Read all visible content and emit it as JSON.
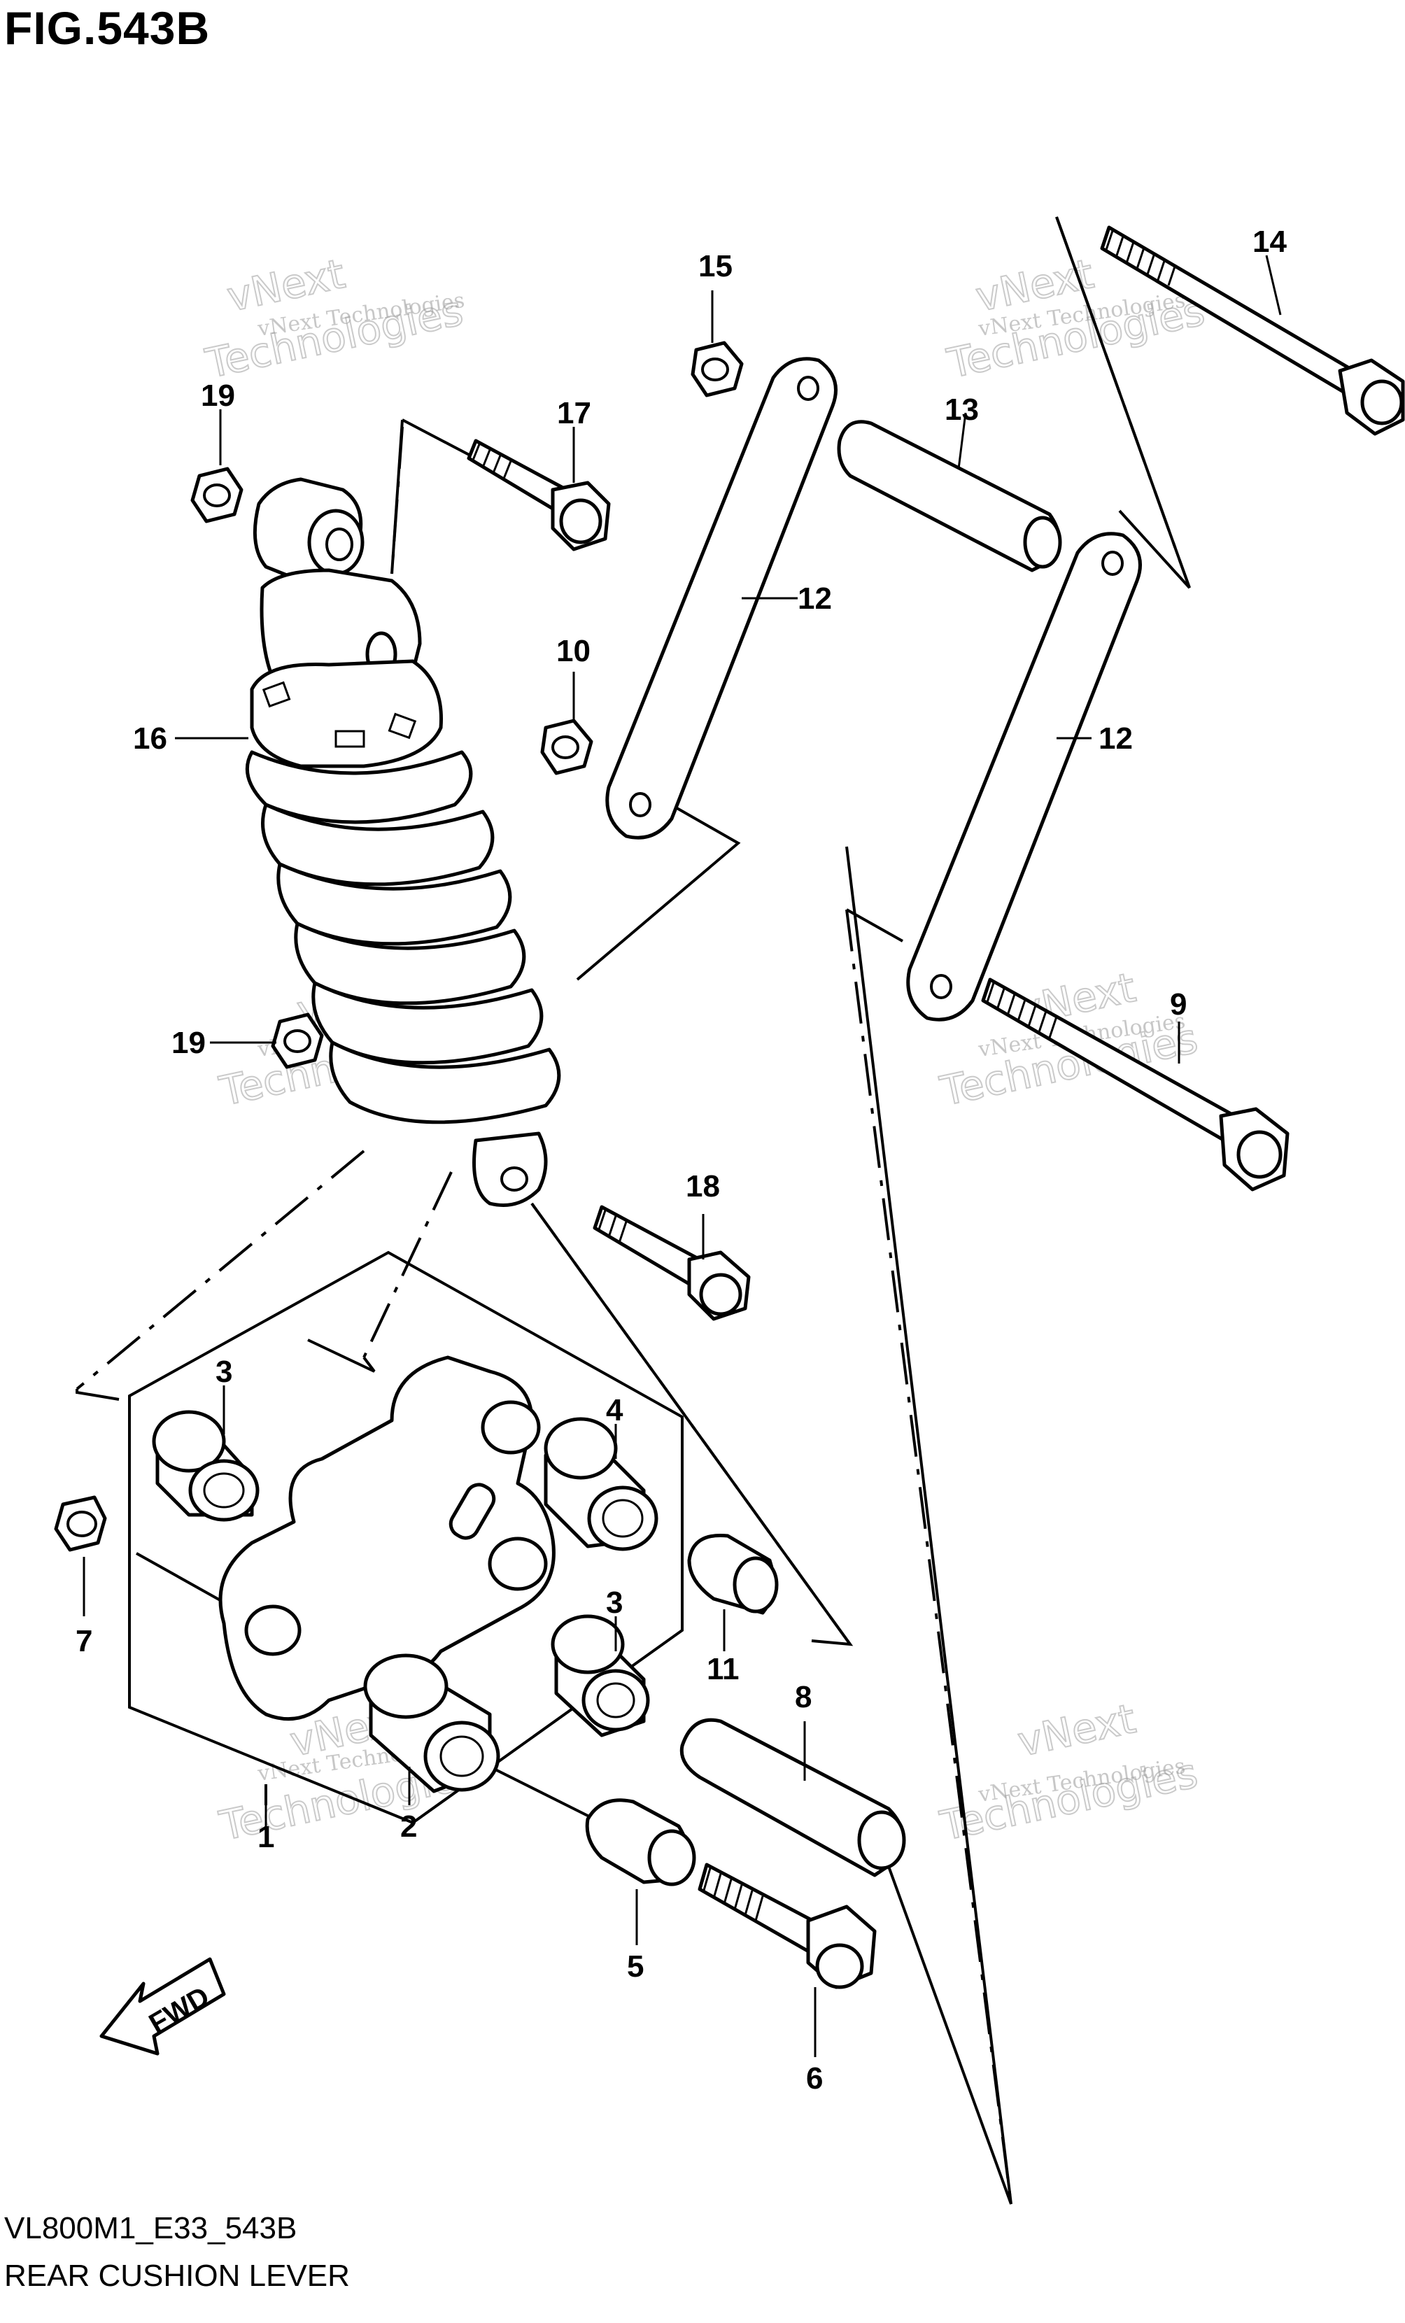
{
  "figure": {
    "title": "FIG.543B",
    "code": "VL800M1_E33_543B",
    "name": "REAR CUSHION LEVER"
  },
  "watermark": {
    "line1": "vNext Technologies",
    "line2": "vNext",
    "line3": "Technologies"
  },
  "direction": {
    "label": "FWD"
  },
  "callouts": {
    "c1": "1",
    "c2": "2",
    "c3a": "3",
    "c3b": "3",
    "c4": "4",
    "c5": "5",
    "c6": "6",
    "c7": "7",
    "c8": "8",
    "c9": "9",
    "c10": "10",
    "c11": "11",
    "c12a": "12",
    "c12b": "12",
    "c13": "13",
    "c14": "14",
    "c15": "15",
    "c16": "16",
    "c17": "17",
    "c18": "18",
    "c19a": "19",
    "c19b": "19"
  }
}
